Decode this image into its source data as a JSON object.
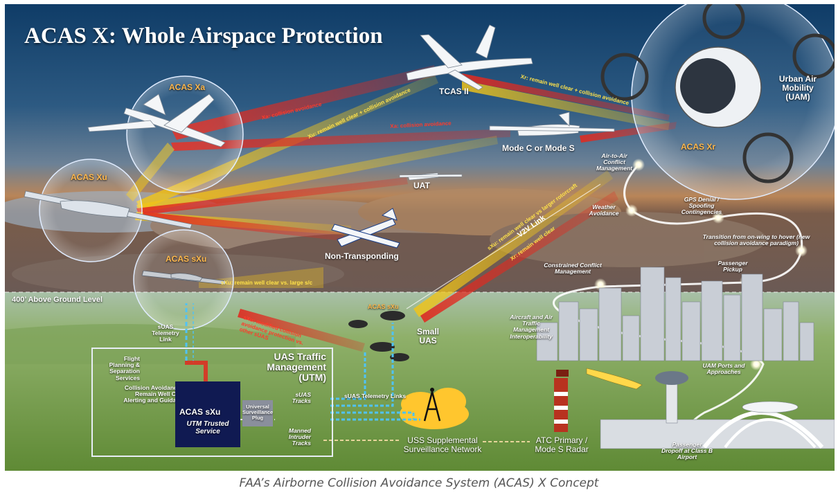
{
  "title": "ACAS X: Whole Airspace Protection",
  "caption": "FAA’s Airborne Collision Avoidance System (ACAS) X Concept",
  "colors": {
    "sky_top": "#0f3c67",
    "sky_mid": "#5f7f9c",
    "horizon": "#c77d4a",
    "ground": "#6e9a45",
    "beam_red": "#e02a20",
    "beam_yellow": "#f0c419",
    "acas_label": "#ffb84d",
    "utm_blue": "#101a52",
    "link_cyan": "#4fc3f7"
  },
  "acas_systems": {
    "xa": "ACAS Xa",
    "xu": "ACAS Xu",
    "sxu": "ACAS sXu",
    "xr": "ACAS Xr",
    "sxu_drone": "ACAS sXu",
    "sxu_utm": "ACAS sXu"
  },
  "aircraft": {
    "tcas": "TCAS II",
    "modec": "Mode C or Mode S",
    "uat": "UAT",
    "nontransponding": "Non-Transponding",
    "uam": "Urban Air Mobility (UAM)",
    "small_uas": "Small UAS"
  },
  "beams": {
    "xa_ca": "Xa: collision avoidance",
    "xu_wc_ca": "Xu: remain well clear + collision avoidance",
    "xa_ca2": "Xa: collision avoidance",
    "xr_wc_ca": "Xr: remain well clear + collision avoidance",
    "sxu_large": "sXu: remain well clear vs. large s/c",
    "sxu_rotor": "sXu: remain well clear vs larger rotorcraft",
    "v2v": "V2V Link",
    "xr_wc": "Xr: remain well clear",
    "sxu_mod": "sXu: modified collision avoidance protection vs. other sUAS"
  },
  "altitude_label": "400’ Above Ground Level",
  "utm": {
    "title": "UAS Traffic Management (UTM)",
    "telemetry": "sUAS Telemetry Link",
    "flight_planning": "Flight Planning & Separation Services",
    "collision": "Collision Avoidance & Remain Well Clear Alerting and Guidance",
    "trusted": "UTM Trusted Service",
    "universal": "Universal Surveillance Plug",
    "suas_tracks": "sUAS Tracks",
    "manned": "Manned Intruder Tracks",
    "telemetry_links": "sUAS Telemetry Links"
  },
  "ground": {
    "uss": "USS Supplemental Surveillance Network",
    "atc": "ATC Primary / Mode S Radar"
  },
  "uam_path": {
    "air_to_air": "Air-to-Air Conflict Management",
    "weather": "Weather Avoidance",
    "gps": "GPS Denial / Spoofing Contingencies",
    "transition": "Transition from on-wing to hover (new collision avoidance paradigm)",
    "pickup": "Passenger Pickup",
    "constrained": "Constrained Conflict Management",
    "atm": "Aircraft and Air Traffic Management Interoperability",
    "ports": "UAM Ports and Approaches",
    "dropoff": "Passenger Dropoff at Class B Airport"
  }
}
